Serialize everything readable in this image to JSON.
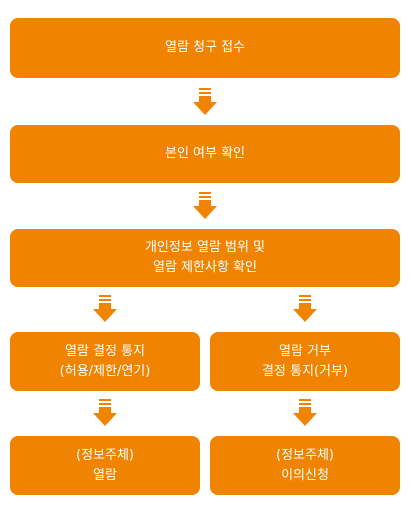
{
  "accent_color": "#f08300",
  "steps": {
    "step1": {
      "line1": "열람 청구 접수"
    },
    "step2": {
      "line1": "본인 여부 확인"
    },
    "step3": {
      "line1": "개인정보 열람 범위 및",
      "line2": "열람 제한사항 확인"
    },
    "step4_left": {
      "line1": "열람 결정 통지",
      "line2": "(허용/제한/연기)"
    },
    "step4_right": {
      "line1": "열람 거부",
      "line2": "결정 통지(거부)"
    },
    "step5_left": {
      "line1": "(정보주체)",
      "line2": "열람"
    },
    "step5_right": {
      "line1": "(정보주체)",
      "line2": "이의신청"
    }
  },
  "icons": {
    "arrow": "down-arrow-icon"
  }
}
